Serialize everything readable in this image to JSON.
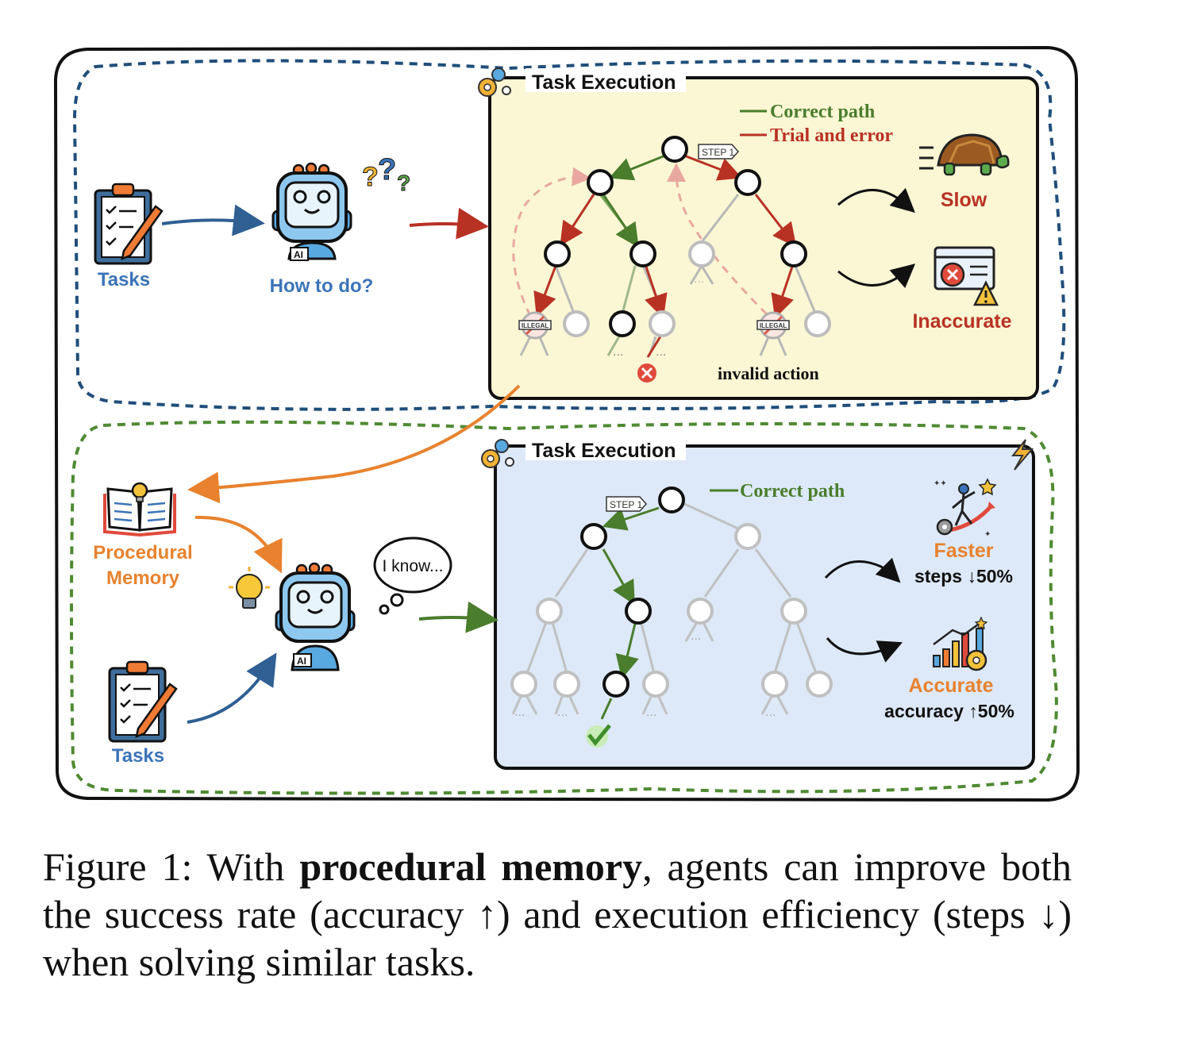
{
  "top": {
    "tasks_label": "Tasks",
    "agent_label": "How to do?",
    "panel_title": "Task Execution",
    "legend_correct": "Correct path",
    "legend_trial": "Trial and error",
    "step_tag": "STEP 1",
    "illegal_tag": "ILLEGAL",
    "invalid_action": "invalid action",
    "ellipsis": "...",
    "outcome_slow": "Slow",
    "outcome_inaccurate": "Inaccurate"
  },
  "bottom": {
    "memory_label_line1": "Procedural",
    "memory_label_line2": "Memory",
    "tasks_label": "Tasks",
    "thought": "I know...",
    "panel_title": "Task Execution",
    "legend_correct": "Correct path",
    "step_tag": "STEP 1",
    "ellipsis": "...",
    "outcome_faster": "Faster",
    "faster_metric": "steps ↓50%",
    "outcome_accurate": "Accurate",
    "accurate_metric": "accuracy ↑50%"
  },
  "robot_badge": "AI",
  "caption": {
    "prefix": "Figure 1: With ",
    "bold": "procedural memory",
    "suffix": ", agents can improve both the success rate (accuracy ↑) and execution efficiency (steps ↓) when solving similar tasks."
  },
  "colors": {
    "blue_text": "#3b74b8",
    "orange_text": "#e8822e",
    "red_text": "#b83224",
    "green_path": "#4a7d2c",
    "red_path": "#b83224",
    "top_panel_bg": "#fbf7d4",
    "bottom_panel_bg": "#dde9f8",
    "blue_dash": "#1f4e7a",
    "green_dash": "#4f8a32"
  }
}
